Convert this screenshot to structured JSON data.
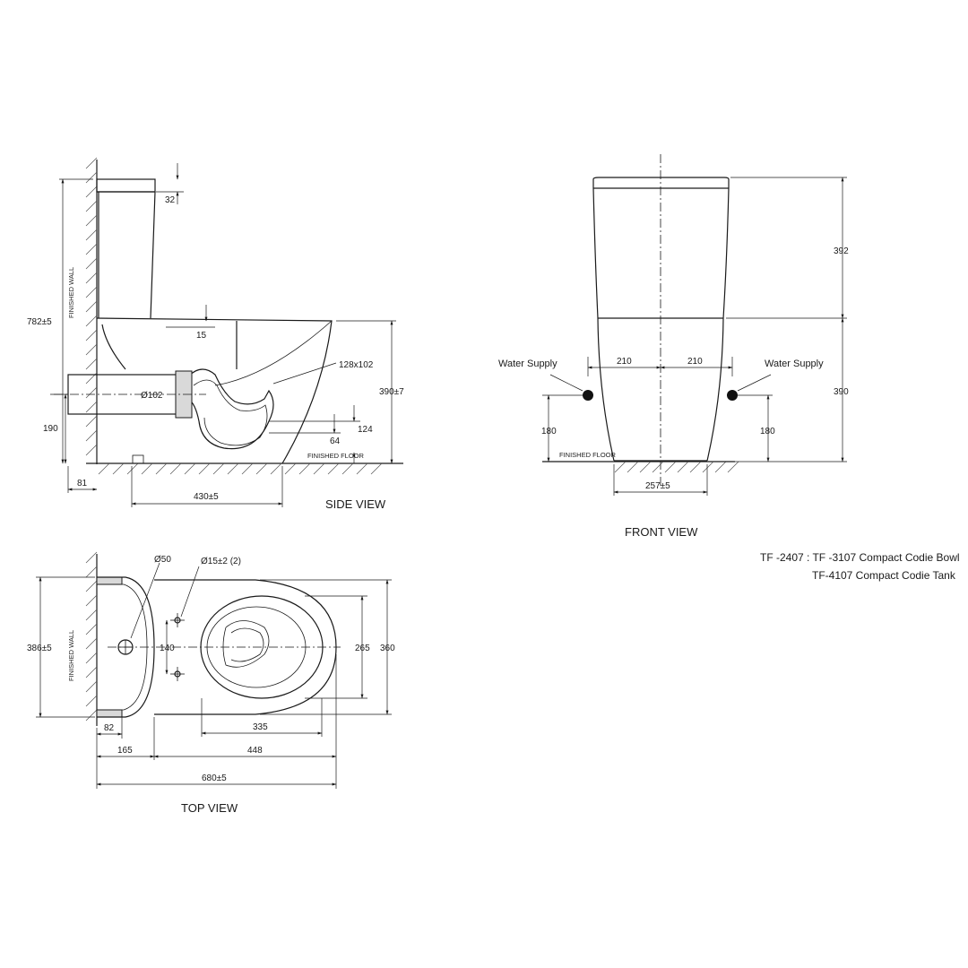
{
  "side_view": {
    "title": "SIDE VIEW",
    "wall_label": "FINISHED WALL",
    "floor_label": "FINISHED FLOOR",
    "dim_total_height": "782±5",
    "dim_lid": "32",
    "dim_15": "15",
    "dim_outlet": "Ø102",
    "dim_outlet_size": "128x102",
    "dim_bowl_height": "390±7",
    "dim_124": "124",
    "dim_64": "64",
    "dim_190": "190",
    "dim_81": "81",
    "dim_430": "430±5"
  },
  "front_view": {
    "title": "FRONT VIEW",
    "floor_label": "FINISHED FLOOR",
    "supply_left": "Water Supply",
    "supply_right": "Water Supply",
    "dim_210_left": "210",
    "dim_210_right": "210",
    "dim_392": "392",
    "dim_390": "390",
    "dim_180_left": "180",
    "dim_180_right": "180",
    "dim_257": "257±5"
  },
  "top_view": {
    "title": "TOP VIEW",
    "wall_label": "FINISHED WALL",
    "dim_50": "Ø50",
    "dim_15x2": "Ø15±2  (2)",
    "dim_386": "386±5",
    "dim_140": "140",
    "dim_265": "265",
    "dim_360": "360",
    "dim_82": "82",
    "dim_335": "335",
    "dim_165": "165",
    "dim_448": "448",
    "dim_680": "680±5"
  },
  "model": {
    "line1": "TF -2407 : TF -3107 Compact Codie Bowl",
    "line2": "TF-4107 Compact Codie Tank"
  }
}
